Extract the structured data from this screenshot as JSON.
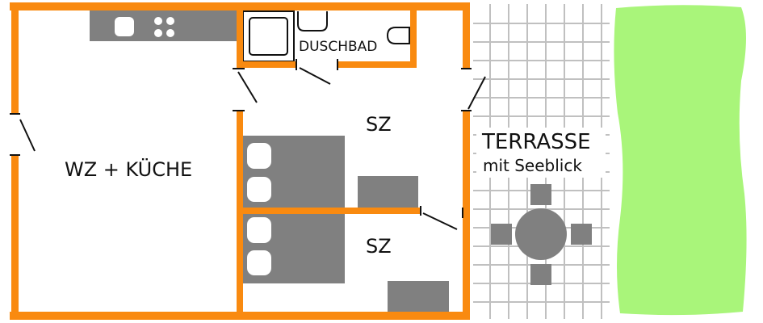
{
  "rooms": {
    "living_kitchen": "WZ + KÜCHE",
    "shower_bath": "DUSCHBAD",
    "bedroom_1": "SZ",
    "bedroom_2": "SZ",
    "terrace": "TERRASSE",
    "terrace_note": "mit Seeblick"
  },
  "colors": {
    "wall": "#f98a10",
    "furniture": "#808080",
    "terrace_grid": "#c0c0c0",
    "lawn": "#a9f57a",
    "outline": "#111111"
  },
  "icons": [
    "stove-icon",
    "sink-icon",
    "shower-tray-icon",
    "toilet-icon",
    "bed-icon",
    "pillow-icon",
    "table-icon",
    "chair-icon"
  ]
}
